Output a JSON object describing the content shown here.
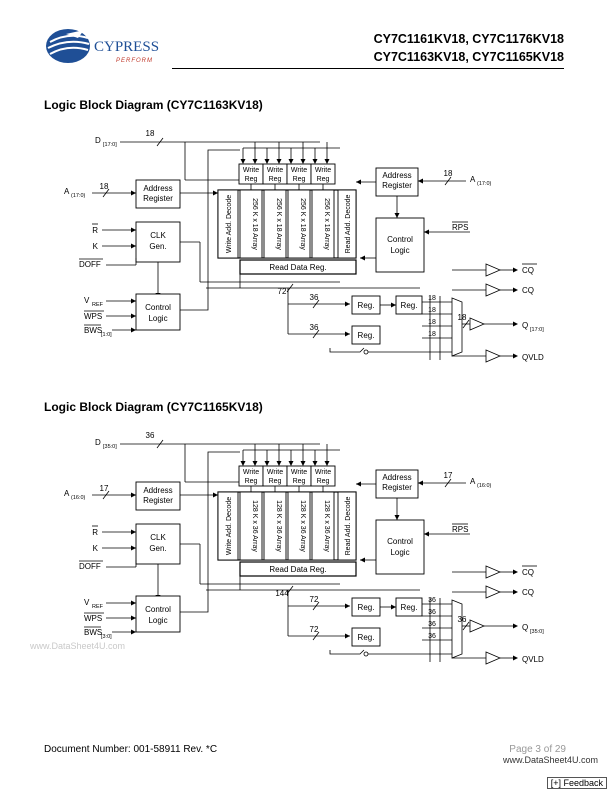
{
  "brand": {
    "name": "CYPRESS",
    "tagline": "PERFORM"
  },
  "header": {
    "line1": "CY7C1161KV18, CY7C1176KV18",
    "line2": "CY7C1163KV18, CY7C1165KV18"
  },
  "diagram1": {
    "title": "Logic Block Diagram (CY7C1163KV18)",
    "d_label": "D",
    "d_sub": "[17:0]",
    "d_width": "18",
    "a_label": "A",
    "a_sub": "(17:0)",
    "a_width": "18",
    "a_right_label": "A",
    "a_right_sub": "(17:0)",
    "a_right_width": "18",
    "address_register": [
      "Address",
      "Register"
    ],
    "clk": [
      "CLK",
      "Gen."
    ],
    "control": [
      "Control",
      "Logic"
    ],
    "control_right": [
      "Control",
      "Logic"
    ],
    "write_reg": [
      "Write",
      "Reg"
    ],
    "arrays": [
      "256 K x 18 Array",
      "256 K x 18 Array",
      "256 K x 18 Array",
      "256 K x 18 Array"
    ],
    "write_decode": "Write Add. Decode",
    "read_decode": "Read Add. Decode",
    "read_data_reg": "Read Data Reg.",
    "reg": "Reg.",
    "bus_main": "72",
    "bus_mid1": "36",
    "bus_mid2": "36",
    "bus_out": "18",
    "bus_outs": [
      "18",
      "18",
      "18",
      "18"
    ],
    "inputs": {
      "r": "R",
      "k": "K",
      "doff": "DOFF",
      "vref": "V",
      "vref_sub": "REF",
      "wps": "WPS",
      "bws": "BWS",
      "bws_sub": "[1:0]"
    },
    "rps": "RPS",
    "outputs": {
      "cq_bar": "CQ",
      "cq": "CQ",
      "q": "Q",
      "q_sub": "[17:0]",
      "qvld": "QVLD"
    }
  },
  "diagram2": {
    "title": "Logic Block Diagram (CY7C1165KV18)",
    "d_label": "D",
    "d_sub": "[35:0]",
    "d_width": "36",
    "a_label": "A",
    "a_sub": "(16:0)",
    "a_width": "17",
    "a_right_label": "A",
    "a_right_sub": "(16:0)",
    "a_right_width": "17",
    "address_register": [
      "Address",
      "Register"
    ],
    "clk": [
      "CLK",
      "Gen."
    ],
    "control": [
      "Control",
      "Logic"
    ],
    "control_right": [
      "Control",
      "Logic"
    ],
    "write_reg": [
      "Write",
      "Reg"
    ],
    "arrays": [
      "128 K x 36 Array",
      "128 K x 36 Array",
      "128 K x 36 Array",
      "128 K x 36 Array"
    ],
    "write_decode": "Write Add. Decode",
    "read_decode": "Read Add. Decode",
    "read_data_reg": "Read Data Reg.",
    "reg": "Reg.",
    "bus_main": "144",
    "bus_mid1": "72",
    "bus_mid2": "72",
    "bus_out": "36",
    "bus_outs": [
      "36",
      "36",
      "36",
      "36"
    ],
    "inputs": {
      "r": "R",
      "k": "K",
      "doff": "DOFF",
      "vref": "V",
      "vref_sub": "REF",
      "wps": "WPS",
      "bws": "BWS",
      "bws_sub": "[3:0]"
    },
    "rps": "RPS",
    "outputs": {
      "cq_bar": "CQ",
      "cq": "CQ",
      "q": "Q",
      "q_sub": "[35:0]",
      "qvld": "QVLD"
    }
  },
  "footer": {
    "doc_number": "Document Number: 001-58911 Rev. *C",
    "page": "Page 3 of 29",
    "watermark_left": "www.DataSheet4U.com",
    "watermark_right": "www.DataSheet4U.com",
    "feedback": "[+] Feedback"
  }
}
